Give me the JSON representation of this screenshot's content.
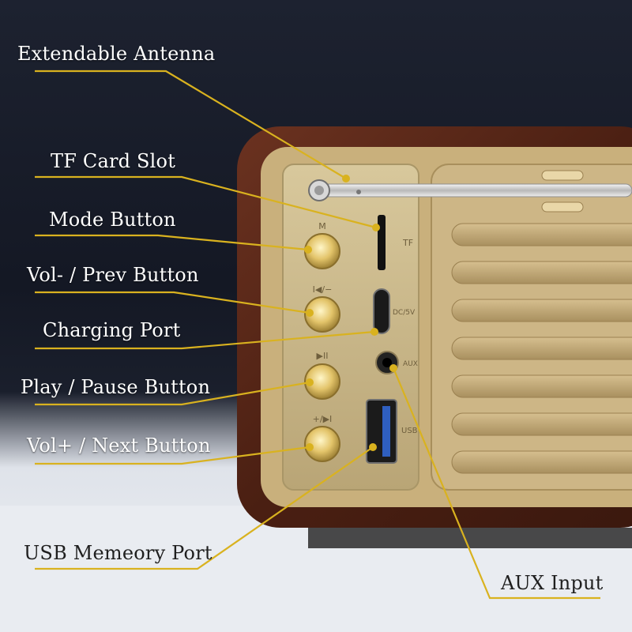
{
  "callouts": [
    {
      "id": "antenna",
      "label": "Extendable Antenna"
    },
    {
      "id": "tf",
      "label": "TF Card Slot"
    },
    {
      "id": "mode",
      "label": "Mode Button"
    },
    {
      "id": "volprev",
      "label": "Vol- / Prev Button"
    },
    {
      "id": "charging",
      "label": "Charging Port"
    },
    {
      "id": "playpause",
      "label": "Play / Pause Button"
    },
    {
      "id": "volnext",
      "label": "Vol+ / Next Button"
    },
    {
      "id": "usb",
      "label": "USB Memeory Port"
    },
    {
      "id": "aux",
      "label": "AUX Input"
    }
  ],
  "panel": {
    "mode_mark": "M",
    "prev_mark": "I◀/−",
    "play_mark": "▶II",
    "next_mark": "+/▶I",
    "tf_mark": "TF",
    "dc_mark": "DC/5V",
    "aux_mark": "AUX",
    "usb_mark": "USB"
  },
  "colors": {
    "callout_line": "#d9b21f",
    "wood": "#5a2818",
    "gold_panel": "#c8b68a",
    "button_gold": "#e8cf7a"
  }
}
